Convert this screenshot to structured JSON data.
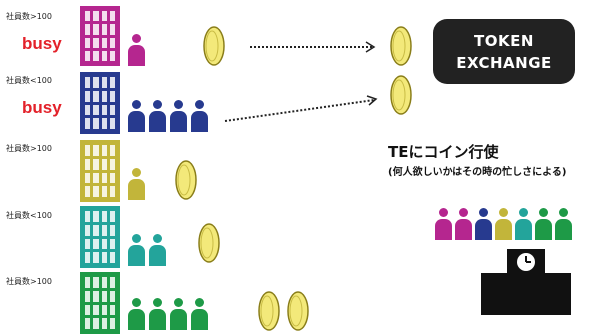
{
  "rows": [
    {
      "employees_label": "社員数>100",
      "status": "busy",
      "color": "#b5268f",
      "people": 1,
      "coins": 1
    },
    {
      "employees_label": "社員数<100",
      "status": "busy",
      "color": "#273a8f",
      "people": 4,
      "coins": 0
    },
    {
      "employees_label": "社員数>100",
      "status": "",
      "color": "#c2b53a",
      "people": 1,
      "coins": 1
    },
    {
      "employees_label": "社員数<100",
      "status": "",
      "color": "#23a49b",
      "people": 2,
      "coins": 1
    },
    {
      "employees_label": "社員数>100",
      "status": "",
      "color": "#1e9a47",
      "people": 4,
      "coins": 2
    }
  ],
  "exchange": {
    "line1": "TOKEN",
    "line2": "EXCHANGE"
  },
  "te_title": "TEにコイン行使",
  "te_subtitle": "(何人欲しいかはその時の忙しさによる)",
  "queue_colors": [
    "#b5268f",
    "#b5268f",
    "#273a8f",
    "#c2b53a",
    "#23a49b",
    "#1e9a47",
    "#1e9a47"
  ],
  "colors": {
    "coin_fill": "#f3e97a",
    "coin_stroke": "#8a7e1a",
    "busy": "#e3212a"
  }
}
